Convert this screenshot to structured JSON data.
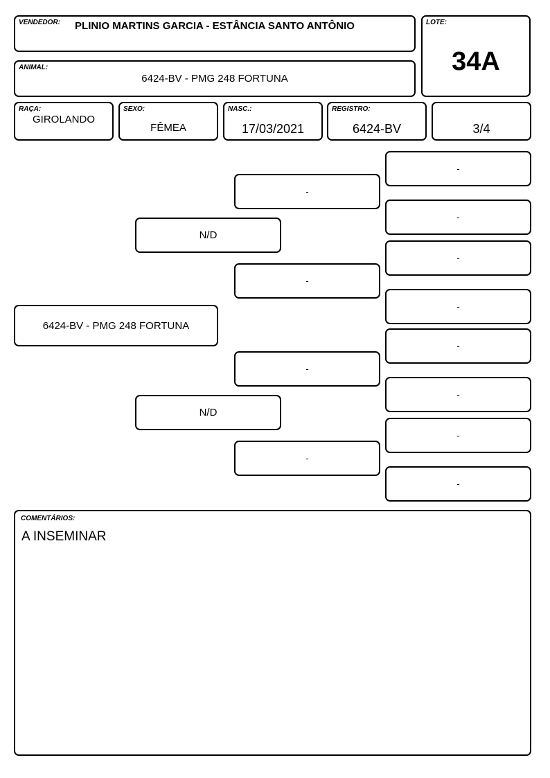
{
  "header": {
    "vendedor_label": "VENDEDOR:",
    "vendedor": "PLINIO MARTINS GARCIA - ESTÂNCIA SANTO ANTÔNIO",
    "lote_label": "LOTE:",
    "lote": "34A",
    "animal_label": "ANIMAL:",
    "animal": "6424-BV - PMG 248 FORTUNA"
  },
  "info": {
    "raca_label": "RAÇA:",
    "raca": "GIROLANDO",
    "sexo_label": "SEXO:",
    "sexo": "FÊMEA",
    "nasc_label": "NASC.:",
    "nasc": "17/03/2021",
    "registro_label": "REGISTRO:",
    "registro": "6424-BV",
    "grau_sangue": "3/4"
  },
  "pedigree": {
    "animal": "6424-BV - PMG 248 FORTUNA",
    "parents": [
      "N/D",
      "N/D"
    ],
    "grandparents": [
      "-",
      "-",
      "-",
      "-"
    ],
    "great_grandparents": [
      "-",
      "-",
      "-",
      "-",
      "-",
      "-",
      "-",
      "-"
    ]
  },
  "comments": {
    "label": "COMENTÁRIOS:",
    "text": "A INSEMINAR"
  }
}
